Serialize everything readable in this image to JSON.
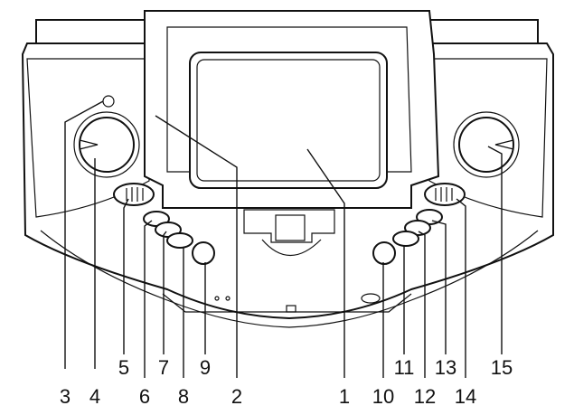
{
  "callouts": [
    {
      "id": "3",
      "label": "3"
    },
    {
      "id": "4",
      "label": "4"
    },
    {
      "id": "5",
      "label": "5"
    },
    {
      "id": "6",
      "label": "6"
    },
    {
      "id": "7",
      "label": "7"
    },
    {
      "id": "8",
      "label": "8"
    },
    {
      "id": "9",
      "label": "9"
    },
    {
      "id": "2",
      "label": "2"
    },
    {
      "id": "1",
      "label": "1"
    },
    {
      "id": "10",
      "label": "10"
    },
    {
      "id": "11",
      "label": "11"
    },
    {
      "id": "12",
      "label": "12"
    },
    {
      "id": "13",
      "label": "13"
    },
    {
      "id": "14",
      "label": "14"
    },
    {
      "id": "15",
      "label": "15"
    }
  ],
  "colors": {
    "line": "#111111",
    "fill": "#ffffff"
  }
}
